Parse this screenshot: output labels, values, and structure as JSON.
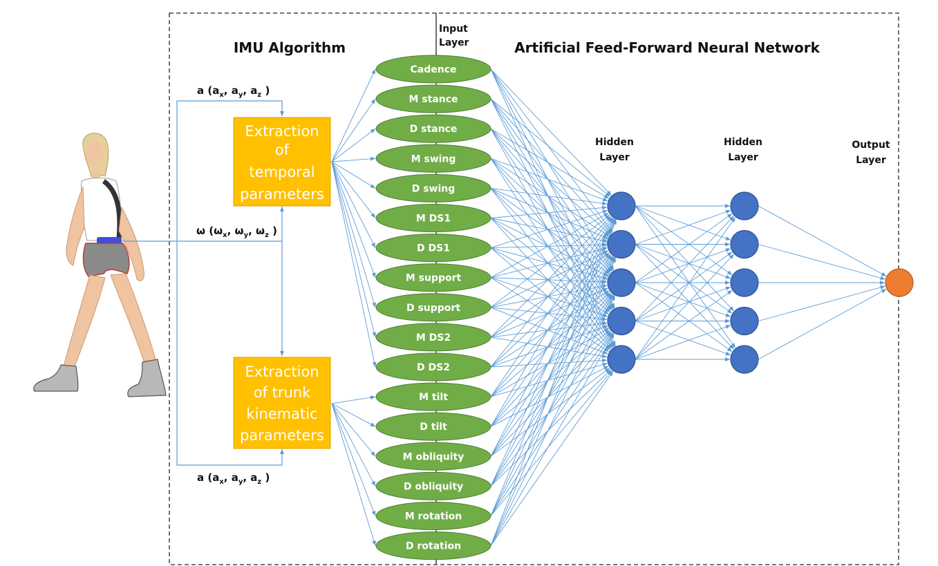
{
  "colors": {
    "ellipse": "#70ad47",
    "ellipse_stroke": "#507e32",
    "box": "#ffc000",
    "box_stroke": "#d9a300",
    "hidden": "#4472c4",
    "hidden_stroke": "#2f528f",
    "output": "#ed7d31",
    "output_stroke": "#ae5a21",
    "edge": "#5b9bd5"
  },
  "headers": {
    "imu": "IMU Algorithm",
    "ann": "Artificial Feed-Forward Neural Network"
  },
  "layers": {
    "input": [
      "Input",
      "Layer"
    ],
    "hidden1": [
      "Hidden",
      "Layer"
    ],
    "hidden2": [
      "Hidden",
      "Layer"
    ],
    "output": [
      "Output",
      "Layer"
    ]
  },
  "boxes": {
    "temporal": [
      "Extraction",
      "of",
      "temporal",
      "parameters"
    ],
    "trunk": [
      "Extraction",
      "of trunk",
      "kinematic",
      "parameters"
    ]
  },
  "signals": {
    "acc_top": {
      "base": "a (a",
      "sx": "x",
      "sy": "y",
      "sz": "z",
      "end": " )"
    },
    "gyro": {
      "base": "ω (ω",
      "sx": "x",
      "sy": "y",
      "sz": "z",
      "end": " )"
    },
    "acc_bottom": {
      "base": "a (a",
      "sx": "x",
      "sy": "y",
      "sz": "z",
      "end": " )"
    }
  },
  "inputs": [
    "Cadence",
    "M stance",
    "D stance",
    "M swing",
    "D swing",
    "M DS1",
    "D DS1",
    "M support",
    "D support",
    "M DS2",
    "D DS2",
    "M tilt",
    "D tilt",
    "M obliquity",
    "D obliquity",
    "M rotation",
    "D rotation"
  ],
  "hidden1_count": 5,
  "hidden2_count": 5,
  "output_count": 1
}
